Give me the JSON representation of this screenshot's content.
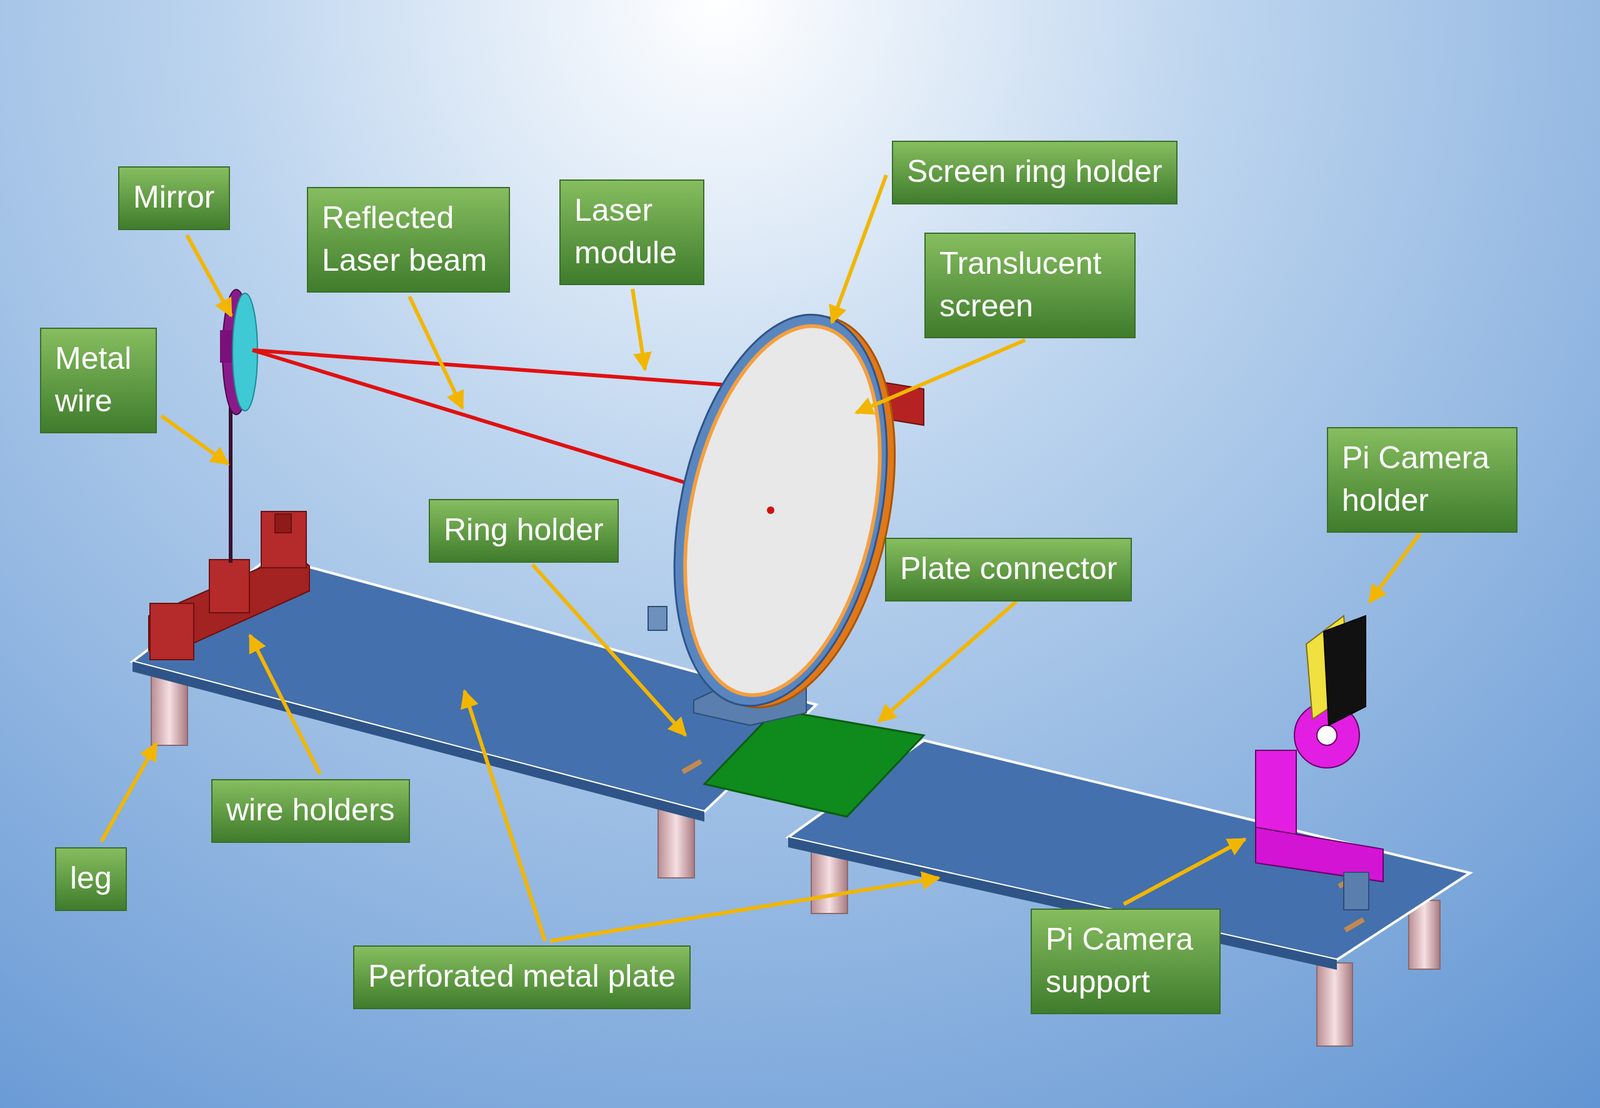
{
  "diagram": {
    "nodes": [
      {
        "text": [
          "Mirror"
        ]
      },
      {
        "text": [
          "Reflected Laser beam"
        ]
      },
      {
        "text": [
          "Laser module"
        ]
      },
      {
        "text": [
          "Screen ring holder"
        ]
      },
      {
        "text": [
          "Translucent screen"
        ]
      },
      {
        "text": [
          "Metal wire"
        ]
      },
      {
        "text": [
          "Ring holder"
        ]
      },
      {
        "text": [
          "Plate connector"
        ]
      },
      {
        "text": [
          "Pi Camera holder"
        ]
      },
      {
        "text": [
          "wire holders"
        ]
      },
      {
        "text": [
          "leg"
        ]
      },
      {
        "text": [
          "Perforated metal plate"
        ]
      },
      {
        "text": [
          "Pi Camera support"
        ]
      }
    ]
  }
}
